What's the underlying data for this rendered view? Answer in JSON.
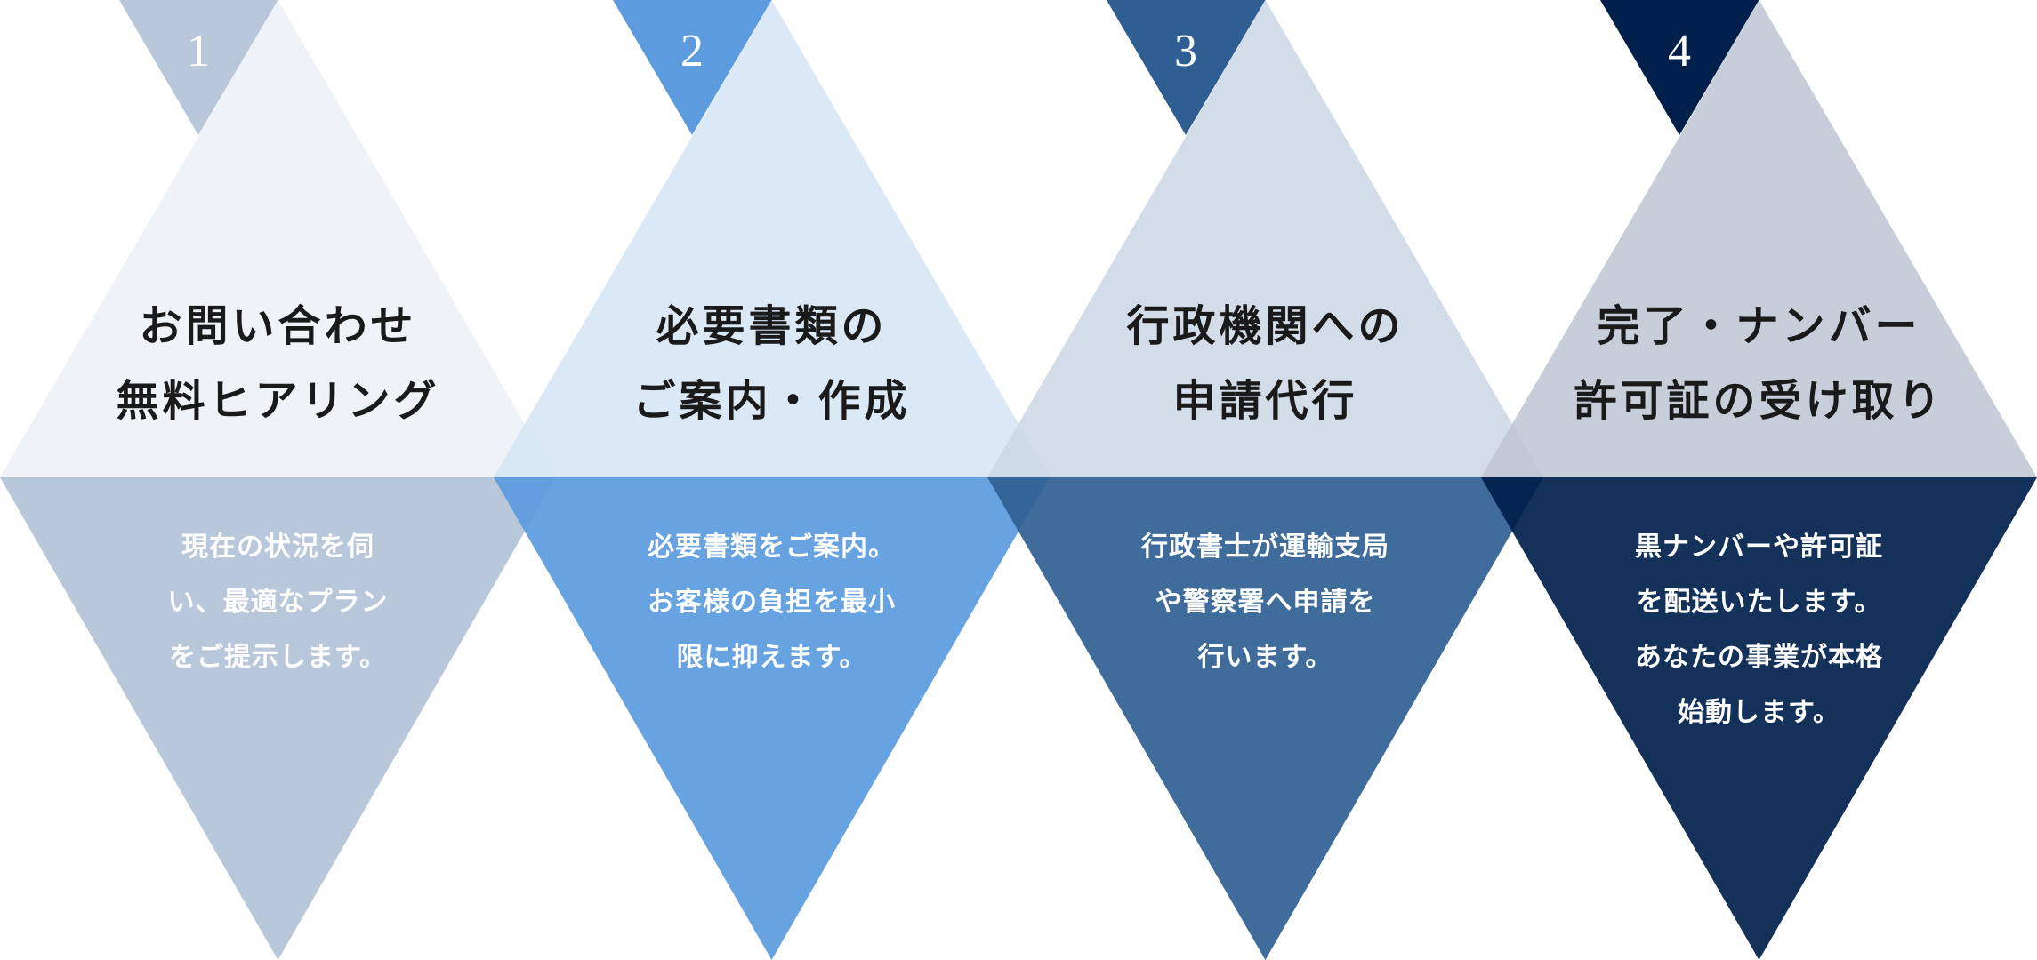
{
  "steps": [
    {
      "number": "1",
      "title": "お問い合わせ\n無料ヒアリング",
      "body": "現在の状況を伺\nい、最適なプラン\nをご提示します。",
      "top_color": "#eff3f7",
      "bottom_color": "#b8c7da"
    },
    {
      "number": "2",
      "title": "必要書類の\nご案内・作成",
      "body": "必要書類をご案内。\nお客様の負担を最小\n限に抑えます。",
      "top_color": "#d5e5f5",
      "bottom_color": "#5b9bde"
    },
    {
      "number": "3",
      "title": "行政機関への\n申請代行",
      "body": "行政書士が運輸支局\nや警察署へ申請を\n行います。",
      "top_color": "#cbd7e5",
      "bottom_color": "#2f5f92"
    },
    {
      "number": "4",
      "title": "完了・ナンバー\n許可証の受け取り",
      "body": "黒ナンバーや許可証\nを配送いたします。\nあなたの事業が本格\n始動します。",
      "top_color": "#bec6d2",
      "bottom_color": "#00204b"
    }
  ]
}
